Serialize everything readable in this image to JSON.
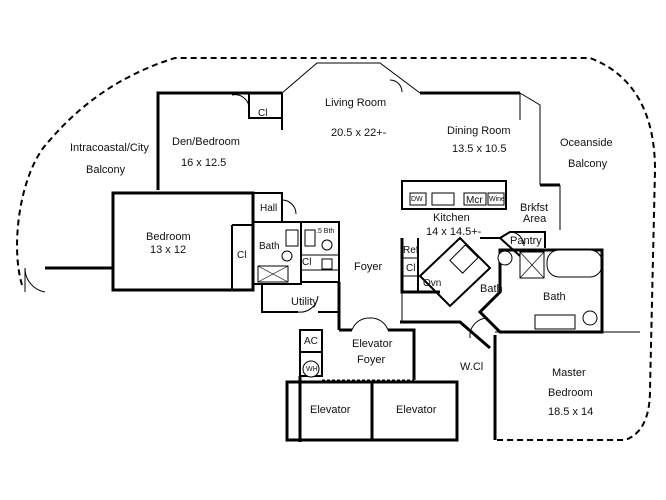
{
  "labels": {
    "balcony_left_1": "Intracoastal/City",
    "balcony_left_2": "Balcony",
    "den_1": "Den/Bedroom",
    "den_2": "16 x 12.5",
    "den_closet": "Cl",
    "living_1": "Living Room",
    "living_2": "20.5 x 22+-",
    "dining_1": "Dining Room",
    "dining_2": "13.5 x 10.5",
    "balcony_right_1": "Oceanside",
    "balcony_right_2": "Balcony",
    "bedroom_1": "Bedroom",
    "bedroom_2": "13 x 12",
    "bedroom_closet": "Cl",
    "hall": "Hall",
    "bath_left": "Bath",
    "half_bath": ".5 Bth",
    "foyer_closet": "Cl",
    "foyer": "Foyer",
    "utility": "Utility",
    "ac": "AC",
    "wh": "WH",
    "elevator_foyer_1": "Elevator",
    "elevator_foyer_2": "Foyer",
    "elevator_1": "Elevator",
    "elevator_2": "Elevator",
    "kitchen_1": "Kitchen",
    "kitchen_2": "14 x 14.5+-",
    "dw": "DW",
    "mcr": "Mcr",
    "wine": "Wine",
    "brkfst_1": "Brkfst",
    "brkfst_2": "Area",
    "pantry": "Pantry",
    "ref": "Ref",
    "kitchen_closet": "Cl",
    "oven": "Ovn",
    "bath_center": "Bath",
    "bath_master": "Bath",
    "walk_in_closet": "W.Cl",
    "master_1": "Master",
    "master_2": "Bedroom",
    "master_3": "18.5 x 14"
  }
}
